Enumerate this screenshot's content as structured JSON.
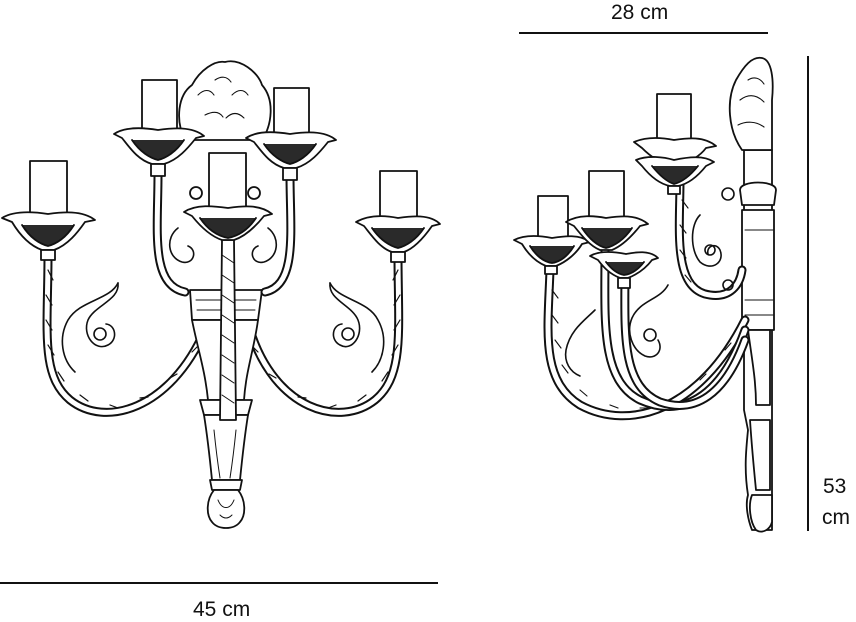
{
  "dimensions": {
    "width_label": "45 cm",
    "depth_label": "28 cm",
    "height_value": "53",
    "height_unit": "cm"
  },
  "colors": {
    "line": "#111111",
    "fill": "#ffffff",
    "dark": "#2a2a2a"
  }
}
